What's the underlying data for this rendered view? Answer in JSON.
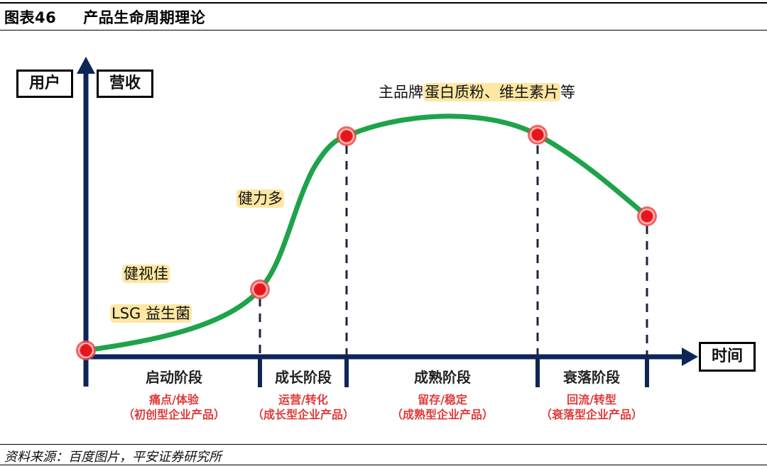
{
  "header": {
    "figure_no": "图表46",
    "title": "产品生命周期理论"
  },
  "axes": {
    "y_labels": [
      "用户",
      "营收"
    ],
    "x_label": "时间",
    "colors": {
      "axis": "#0d2557",
      "curve": "#1ea34a",
      "point": "#e8141b",
      "highlight": "#fde7a3",
      "sub_text": "#e03a3a"
    }
  },
  "annotations": {
    "top": {
      "prefix": "主品牌",
      "highlight": "蛋白质粉、维生素片",
      "suffix": "等"
    },
    "jianliduo": "健力多",
    "jianshijia": "健视佳",
    "lsg": "LSG 益生菌"
  },
  "stages": [
    {
      "name": "启动阶段",
      "sub1": "痛点/体验",
      "sub2": "（初创型企业产品）"
    },
    {
      "name": "成长阶段",
      "sub1": "运营/转化",
      "sub2": "（成长型企业产品）"
    },
    {
      "name": "成熟阶段",
      "sub1": "留存/稳定",
      "sub2": "（成熟型企业产品）"
    },
    {
      "name": "衰落阶段",
      "sub1": "回流/转型",
      "sub2": "（衰落型企业产品）"
    }
  ],
  "footer": {
    "source": "资料来源：百度图片，平安证券研究所"
  }
}
